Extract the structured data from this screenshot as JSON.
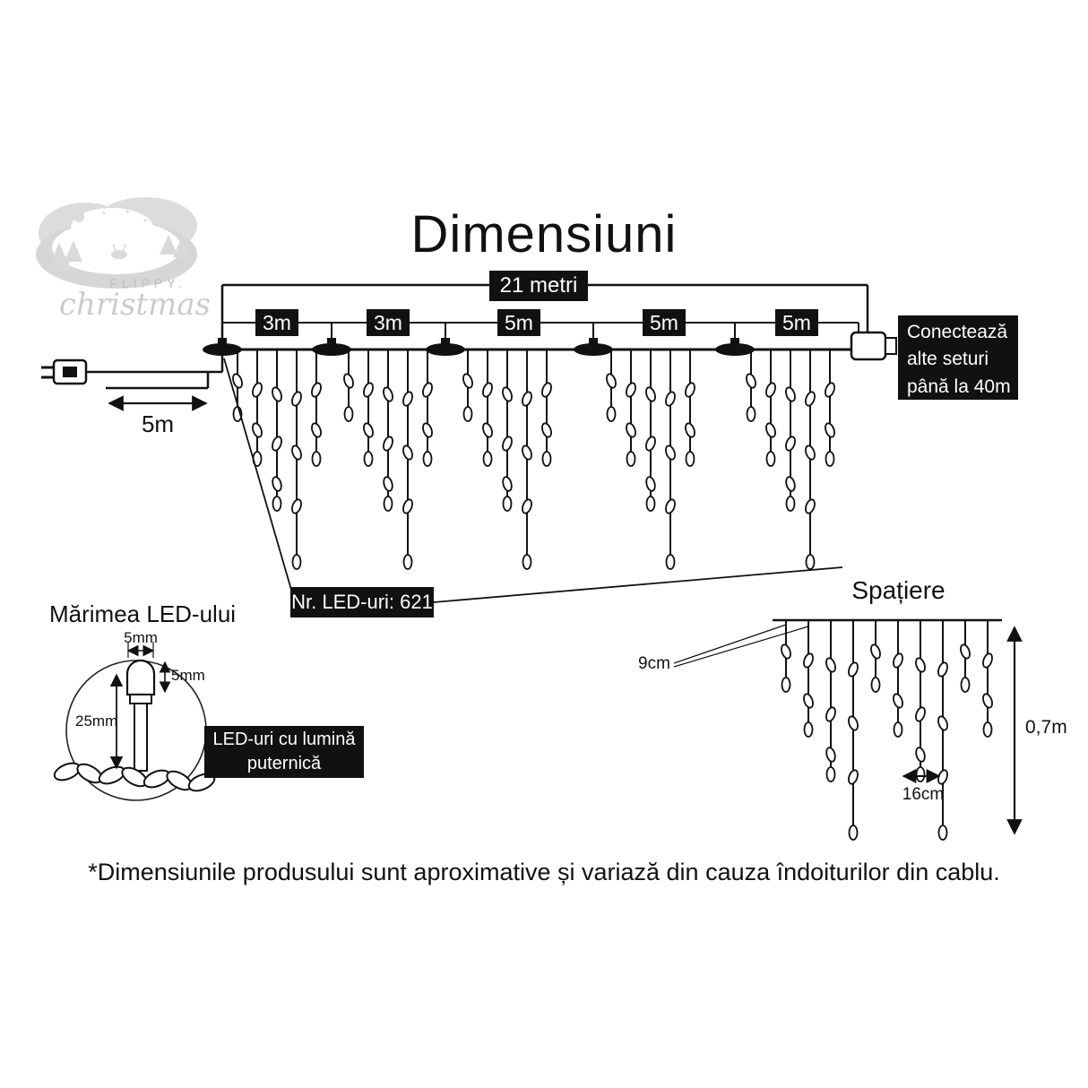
{
  "title": "Dimensiuni",
  "logo": {
    "brand": "FLIPPY.",
    "sub": "christmas"
  },
  "diagram": {
    "total_length": "21 metri",
    "sections": [
      {
        "label": "3m"
      },
      {
        "label": "3m"
      },
      {
        "label": "5m"
      },
      {
        "label": "5m"
      },
      {
        "label": "5m"
      }
    ],
    "lead_length": "5m",
    "connect_box": {
      "line1": "Conectează",
      "line2": "alte seturi",
      "line3": "până la 40m"
    },
    "led_count": "Nr. LED-uri: 621"
  },
  "led_size": {
    "title": "Mărimea LED-ului",
    "width": "5mm",
    "height": "5mm",
    "length": "25mm",
    "info_line1": "LED-uri cu lumină",
    "info_line2": "puternică"
  },
  "spacing": {
    "title": "Spațiere",
    "drop_gap": "9cm",
    "led_gap": "16cm",
    "drop_length": "0,7m"
  },
  "footer": "*Dimensiunile produsului sunt aproximative și variază din cauza îndoiturilor din cablu."
}
